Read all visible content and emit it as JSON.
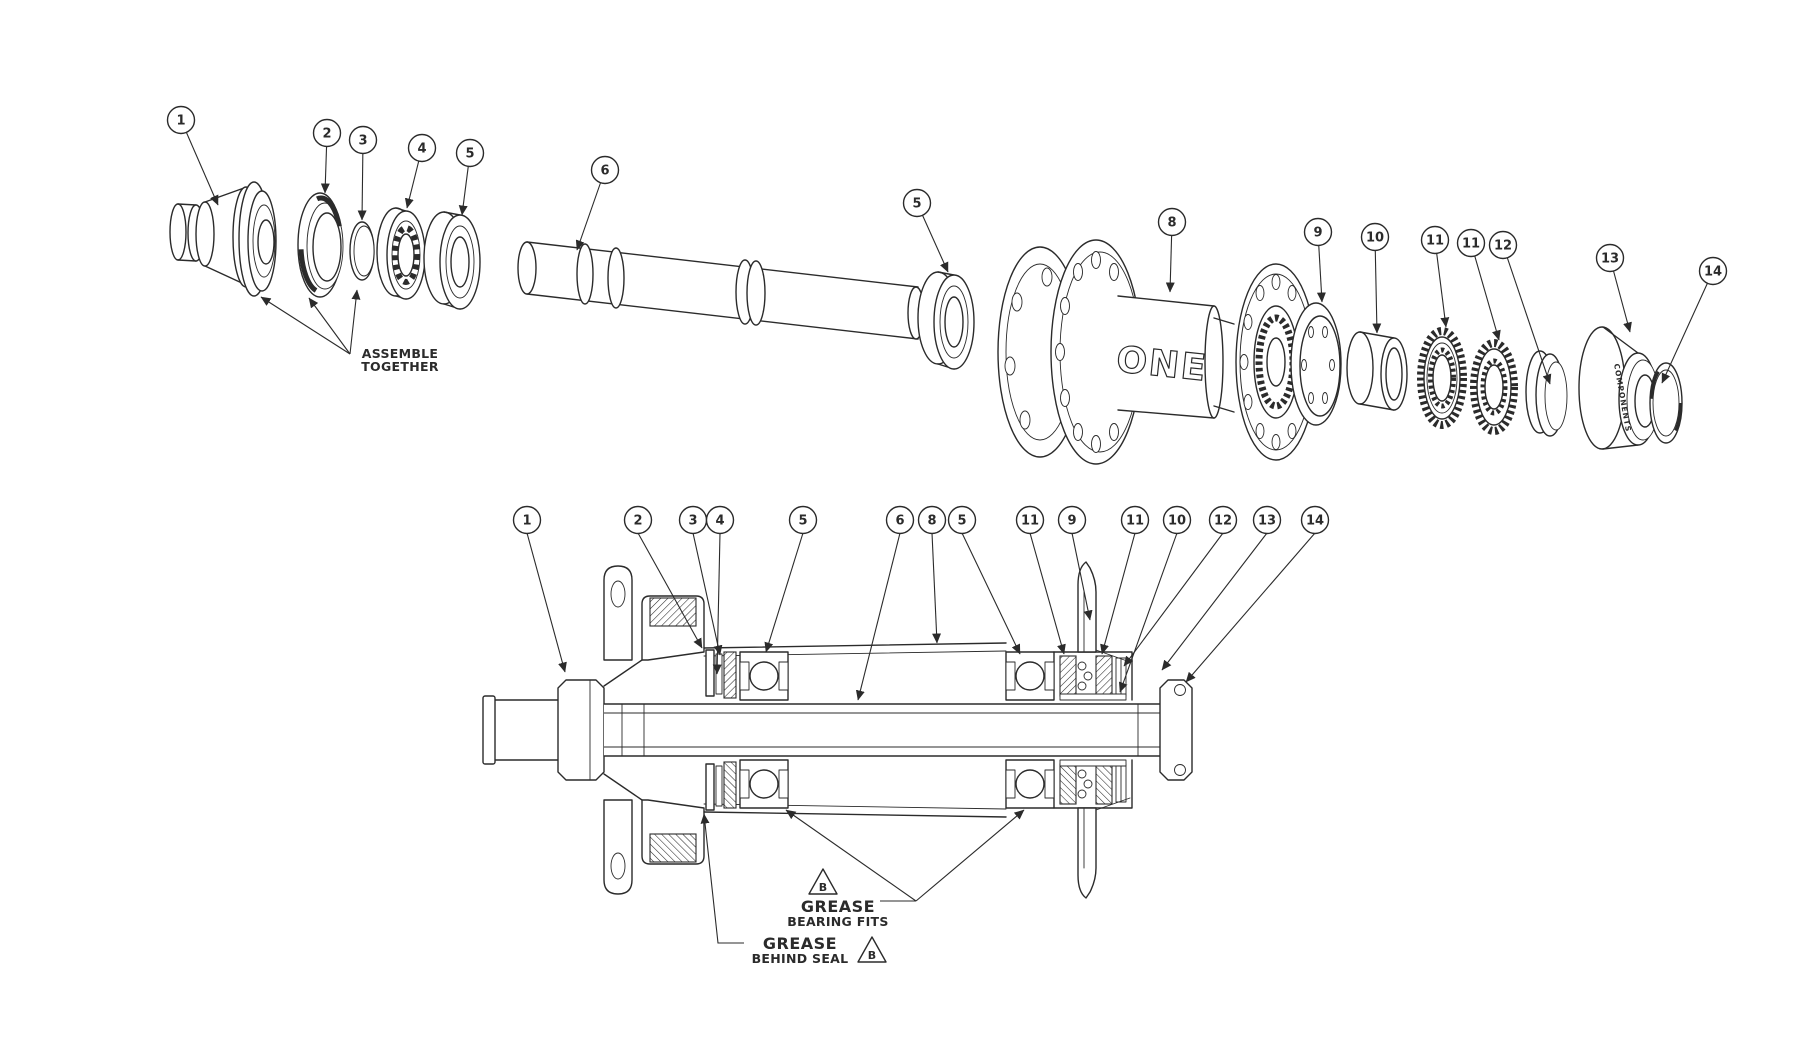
{
  "exploded": {
    "callouts": [
      "1",
      "2",
      "3",
      "4",
      "5",
      "6",
      "5",
      "8",
      "9",
      "10",
      "11",
      "11",
      "12",
      "13",
      "14"
    ]
  },
  "section": {
    "callouts": [
      "1",
      "2",
      "3",
      "4",
      "5",
      "6",
      "8",
      "5",
      "11",
      "9",
      "11",
      "10",
      "12",
      "13",
      "14"
    ]
  },
  "labels": {
    "assemble_line1": "ASSEMBLE",
    "assemble_line2": "TOGETHER",
    "grease": "GREASE",
    "bearing_fits": "BEARING FITS",
    "behind_seal": "BEHIND SEAL",
    "triangle_marker": "B"
  },
  "hub": {
    "logo": "ONE",
    "cap_text": "COMPONENTS"
  },
  "colors": {
    "line": "#2b2b2b",
    "background": "#ffffff"
  }
}
